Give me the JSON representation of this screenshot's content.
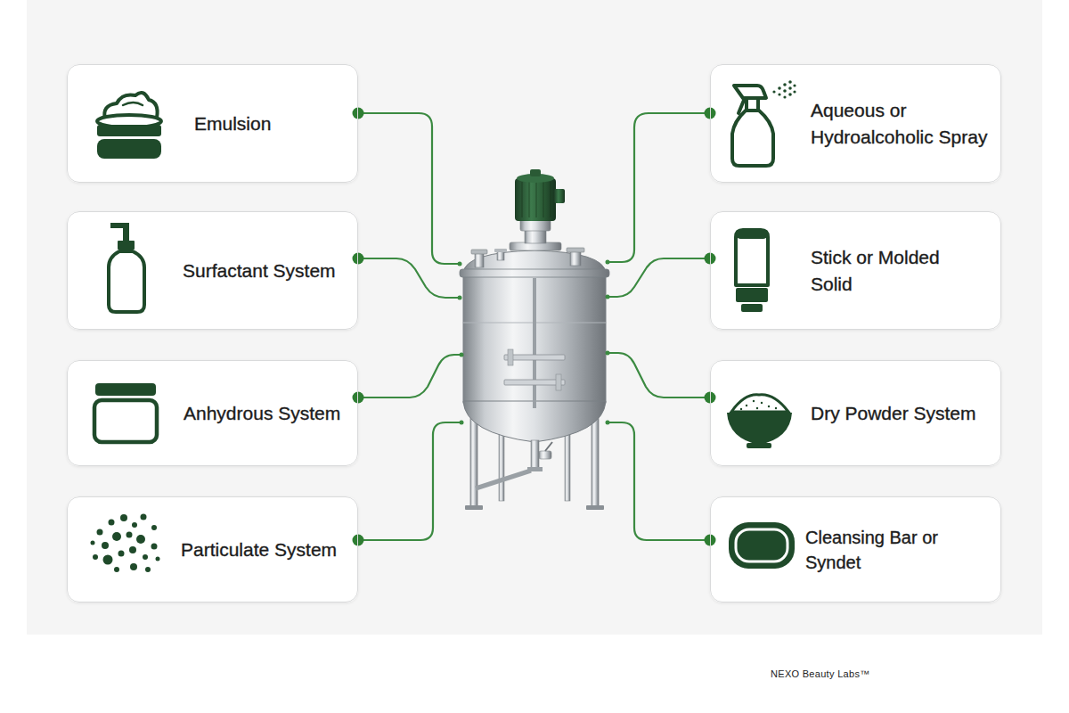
{
  "diagram": {
    "nodes": [
      {
        "text": [
          "Emulsion"
        ]
      },
      {
        "text": [
          "Surfactant System"
        ]
      },
      {
        "text": [
          "Anhydrous System"
        ]
      },
      {
        "text": [
          "Particulate System"
        ]
      },
      {
        "text": [
          "Aqueous or Hydroalcoholic Spray"
        ]
      },
      {
        "text": [
          "Stick or Molded Solid"
        ]
      },
      {
        "text": [
          "Dry Powder System"
        ]
      },
      {
        "text": [
          "Cleansing Bar or Syndet"
        ]
      }
    ],
    "labels": [
      "NEXO Beauty Labs™"
    ]
  }
}
